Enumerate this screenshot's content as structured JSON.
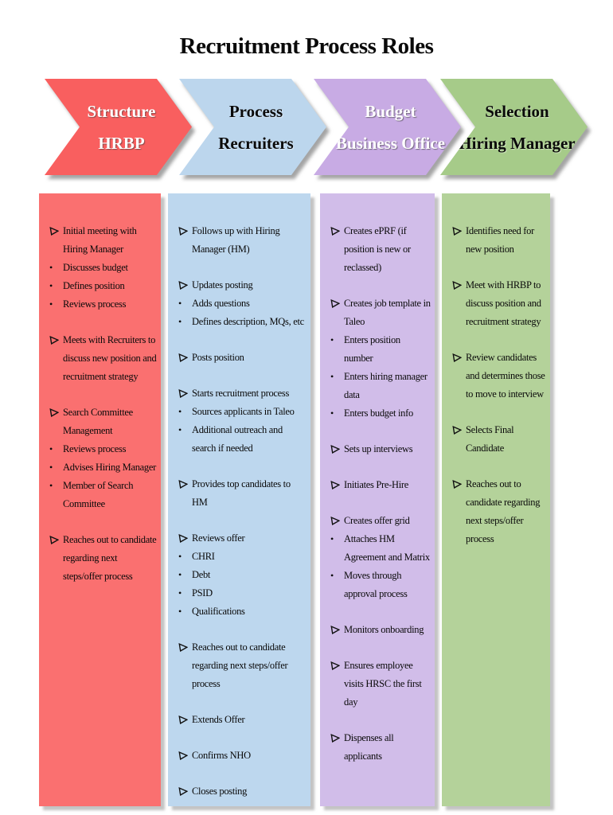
{
  "title": "Recruitment Process Roles",
  "bullets": {
    "level1_icon": "arrowhead-right",
    "level2_glyph": "•"
  },
  "columns": [
    {
      "stage": "Structure",
      "role": "HRBP",
      "arrow_color": "#f95f5f",
      "arrow_text_color": "light",
      "panel_color": "#fa7070",
      "items": [
        {
          "level": 1,
          "gap": false,
          "text": "Initial meeting with Hiring Manager"
        },
        {
          "level": 2,
          "gap": false,
          "text": "Discusses budget"
        },
        {
          "level": 2,
          "gap": false,
          "text": "Defines position"
        },
        {
          "level": 2,
          "gap": false,
          "text": "Reviews process"
        },
        {
          "level": 1,
          "gap": true,
          "text": "Meets with Recruiters to discuss new position and recruitment strategy"
        },
        {
          "level": 1,
          "gap": true,
          "text": "Search Committee Management"
        },
        {
          "level": 2,
          "gap": false,
          "text": "Reviews process"
        },
        {
          "level": 2,
          "gap": false,
          "text": "Advises Hiring Manager"
        },
        {
          "level": 2,
          "gap": false,
          "text": "Member of Search Committee"
        },
        {
          "level": 1,
          "gap": true,
          "text": "Reaches out to candidate regarding next steps/offer process"
        }
      ]
    },
    {
      "stage": "Process",
      "role": "Recruiters",
      "arrow_color": "#bcd6ed",
      "arrow_text_color": "dark",
      "panel_color": "#bdd7ee",
      "items": [
        {
          "level": 1,
          "gap": false,
          "text": "Follows up with Hiring Manager (HM)"
        },
        {
          "level": 1,
          "gap": true,
          "text": "Updates posting"
        },
        {
          "level": 2,
          "gap": false,
          "text": "Adds questions"
        },
        {
          "level": 2,
          "gap": false,
          "text": "Defines description, MQs, etc"
        },
        {
          "level": 1,
          "gap": true,
          "text": "Posts position"
        },
        {
          "level": 1,
          "gap": true,
          "text": "Starts recruitment process"
        },
        {
          "level": 2,
          "gap": false,
          "text": "Sources applicants in Taleo"
        },
        {
          "level": 2,
          "gap": false,
          "text": "Additional outreach and search if needed"
        },
        {
          "level": 1,
          "gap": true,
          "text": "Provides top candidates to HM"
        },
        {
          "level": 1,
          "gap": true,
          "text": "Reviews offer"
        },
        {
          "level": 2,
          "gap": false,
          "text": "CHRI"
        },
        {
          "level": 2,
          "gap": false,
          "text": "Debt"
        },
        {
          "level": 2,
          "gap": false,
          "text": "PSID"
        },
        {
          "level": 2,
          "gap": false,
          "text": "Qualifications"
        },
        {
          "level": 1,
          "gap": true,
          "text": "Reaches out to candidate regarding next steps/offer process"
        },
        {
          "level": 1,
          "gap": true,
          "text": "Extends Offer"
        },
        {
          "level": 1,
          "gap": true,
          "text": "Confirms NHO"
        },
        {
          "level": 1,
          "gap": true,
          "text": "Closes posting"
        }
      ]
    },
    {
      "stage": "Budget",
      "role": "Business Office",
      "arrow_color": "#c8abe4",
      "arrow_text_color": "light",
      "panel_color": "#d1bde9",
      "items": [
        {
          "level": 1,
          "gap": false,
          "text": "Creates ePRF (if position is new or reclassed)"
        },
        {
          "level": 1,
          "gap": true,
          "text": "Creates job template in Taleo"
        },
        {
          "level": 2,
          "gap": false,
          "text": "Enters position number"
        },
        {
          "level": 2,
          "gap": false,
          "text": "Enters hiring manager data"
        },
        {
          "level": 2,
          "gap": false,
          "text": "Enters budget info"
        },
        {
          "level": 1,
          "gap": true,
          "text": "Sets up interviews"
        },
        {
          "level": 1,
          "gap": true,
          "text": "Initiates Pre-Hire"
        },
        {
          "level": 1,
          "gap": true,
          "text": "Creates offer grid"
        },
        {
          "level": 2,
          "gap": false,
          "text": "Attaches HM Agreement and Matrix"
        },
        {
          "level": 2,
          "gap": false,
          "text": "Moves through approval process"
        },
        {
          "level": 1,
          "gap": true,
          "text": "Monitors onboarding"
        },
        {
          "level": 1,
          "gap": true,
          "text": "Ensures employee visits HRSC the first day"
        },
        {
          "level": 1,
          "gap": true,
          "text": "Dispenses all applicants"
        }
      ]
    },
    {
      "stage": "Selection",
      "role": "Hiring Manager",
      "arrow_color": "#a6cb89",
      "arrow_text_color": "dark",
      "panel_color": "#b4d29a",
      "items": [
        {
          "level": 1,
          "gap": false,
          "text": "Identifies need for new position"
        },
        {
          "level": 1,
          "gap": true,
          "text": "Meet with HRBP to discuss position and recruitment strategy"
        },
        {
          "level": 1,
          "gap": true,
          "text": "Review candidates and determines those to move to interview"
        },
        {
          "level": 1,
          "gap": true,
          "text": "Selects Final Candidate"
        },
        {
          "level": 1,
          "gap": true,
          "text": "Reaches out to candidate regarding next steps/offer process"
        }
      ]
    }
  ]
}
